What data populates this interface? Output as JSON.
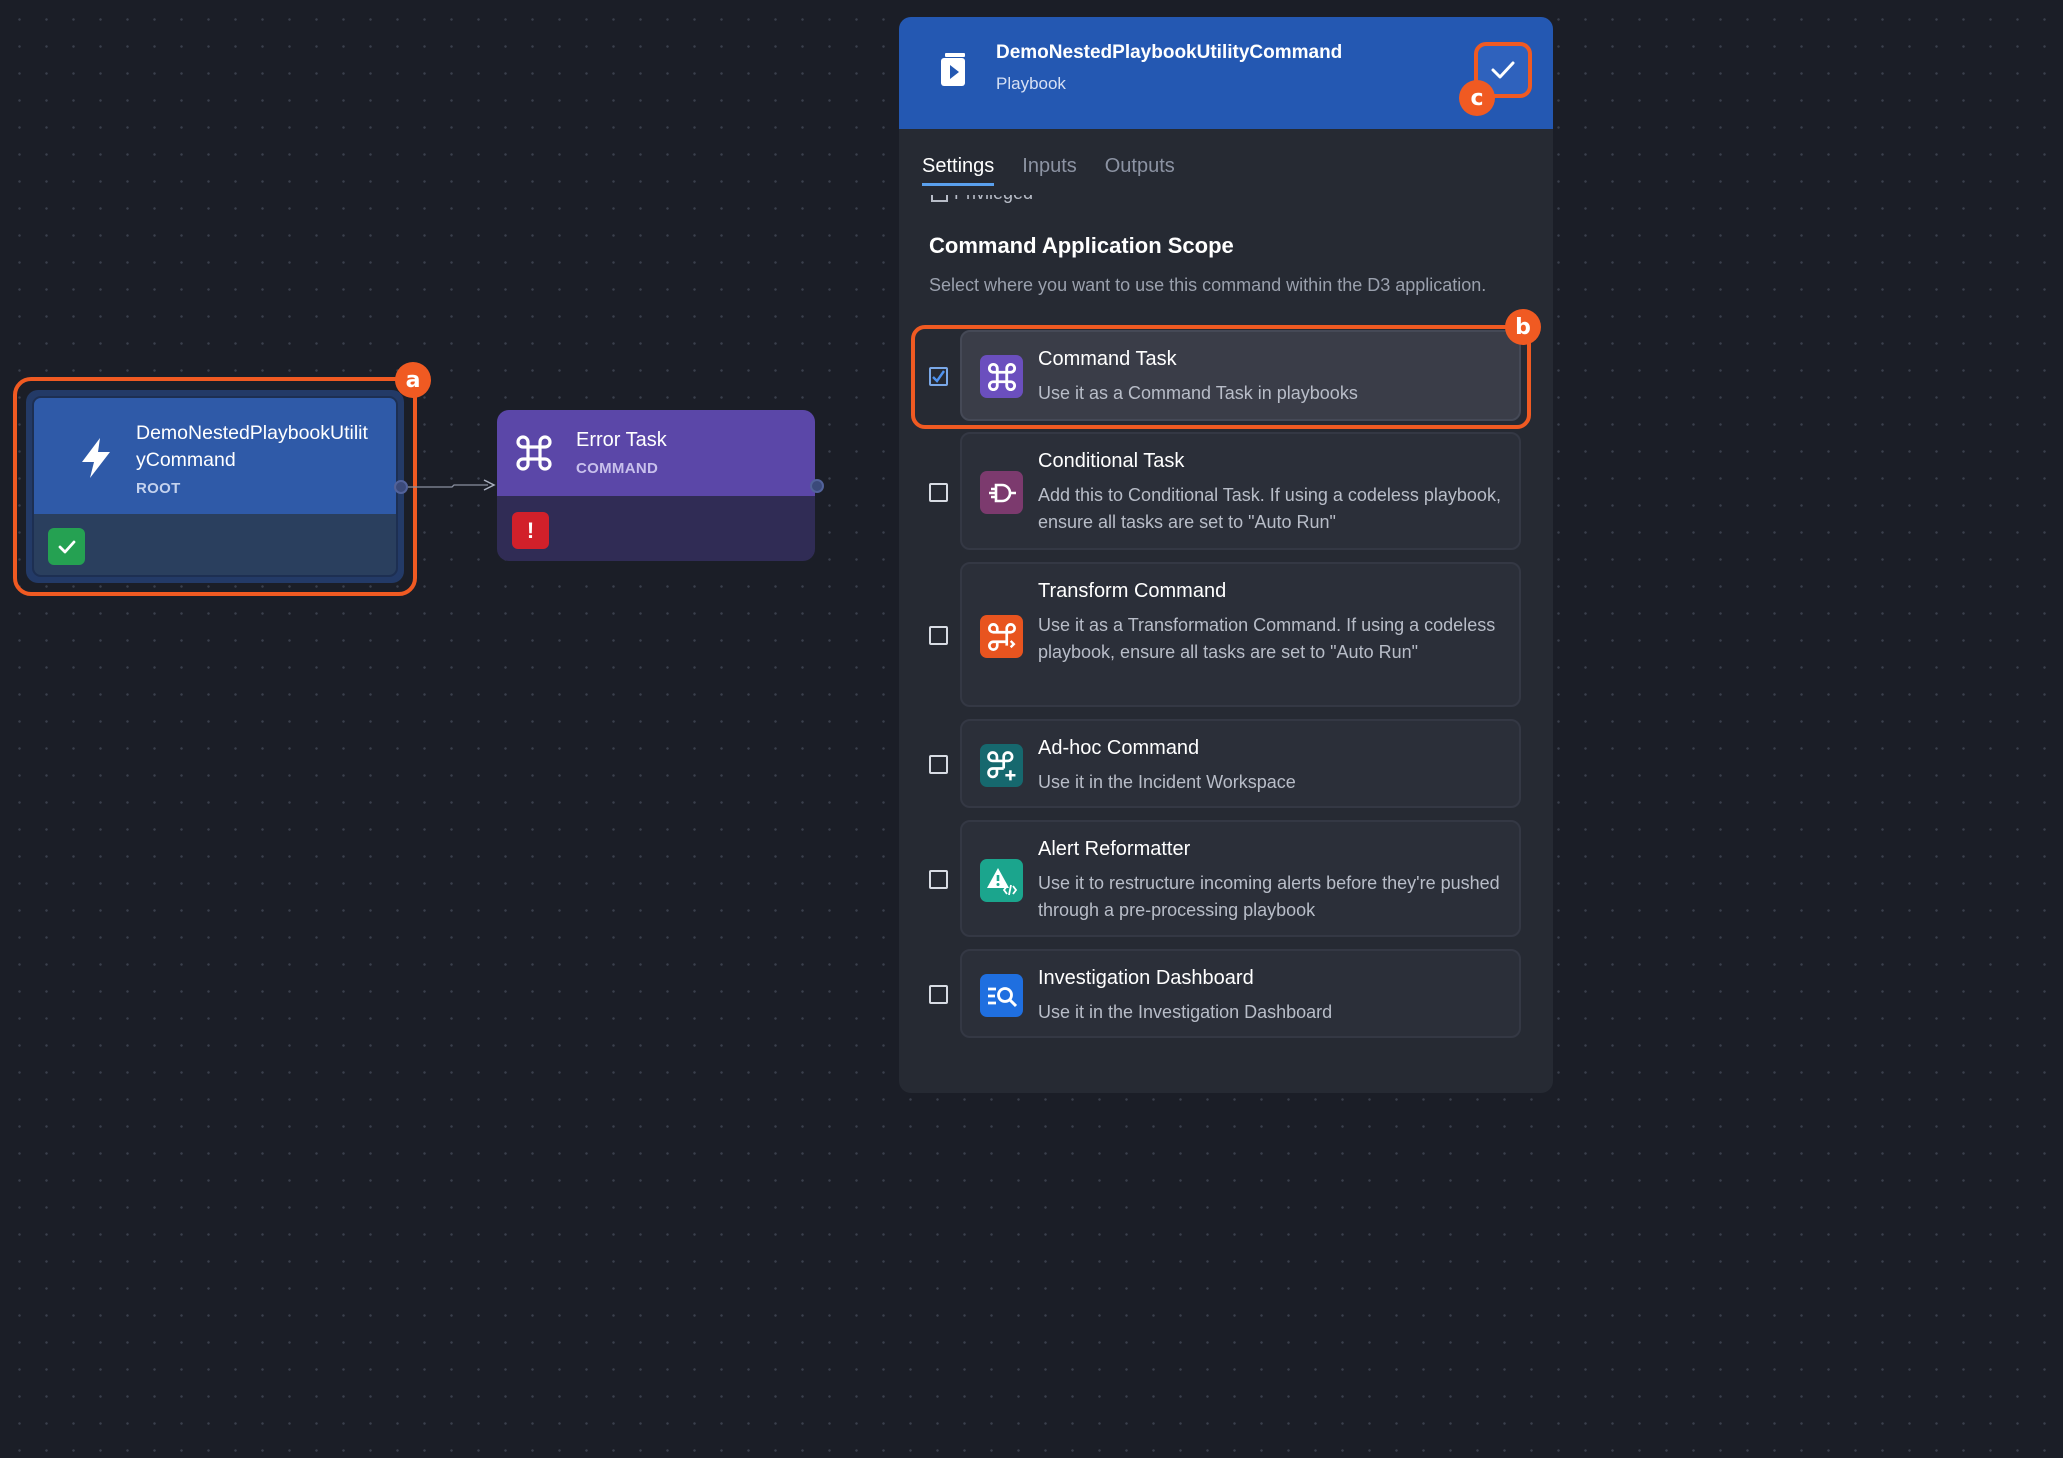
{
  "canvas": {
    "root_node": {
      "title": "DemoNestedPlaybookUtilityCommand",
      "subtitle": "ROOT",
      "status": "success"
    },
    "error_node": {
      "title": "Error Task",
      "subtitle": "COMMAND",
      "error_mark": "!"
    },
    "callouts": {
      "a": "a",
      "b": "b",
      "c": "c"
    }
  },
  "panel": {
    "title": "DemoNestedPlaybookUtilityCommand",
    "subtitle": "Playbook",
    "tabs": [
      {
        "label": "Settings",
        "active": true
      },
      {
        "label": "Inputs",
        "active": false
      },
      {
        "label": "Outputs",
        "active": false
      }
    ],
    "clipped_label": "Privileged",
    "section_title": "Command Application Scope",
    "section_desc": "Select where you want to use this command within the D3 application.",
    "options": [
      {
        "title": "Command Task",
        "desc": "Use it as a Command Task in playbooks",
        "checked": true,
        "icon": "command-icon",
        "color": "#6b4fbe"
      },
      {
        "title": "Conditional Task",
        "desc": "Add this to Conditional Task. If using a codeless playbook, ensure all tasks are set to \"Auto Run\"",
        "checked": false,
        "icon": "conditional-icon",
        "color": "#7c3a6e"
      },
      {
        "title": "Transform Command",
        "desc": "Use it as a Transformation Command. If using a codeless playbook, ensure all tasks are set to \"Auto Run\"",
        "checked": false,
        "icon": "transform-icon",
        "color": "#e8541f"
      },
      {
        "title": "Ad-hoc Command",
        "desc": "Use it in the Incident Workspace",
        "checked": false,
        "icon": "adhoc-command-icon",
        "color": "#16686e"
      },
      {
        "title": "Alert Reformatter",
        "desc": "Use it to restructure incoming alerts before they're pushed through a pre-processing playbook",
        "checked": false,
        "icon": "alert-reformatter-icon",
        "color": "#1ba58d"
      },
      {
        "title": "Investigation Dashboard",
        "desc": "Use it in the Investigation Dashboard",
        "checked": false,
        "icon": "investigation-dashboard-icon",
        "color": "#1f6fe0"
      }
    ]
  }
}
